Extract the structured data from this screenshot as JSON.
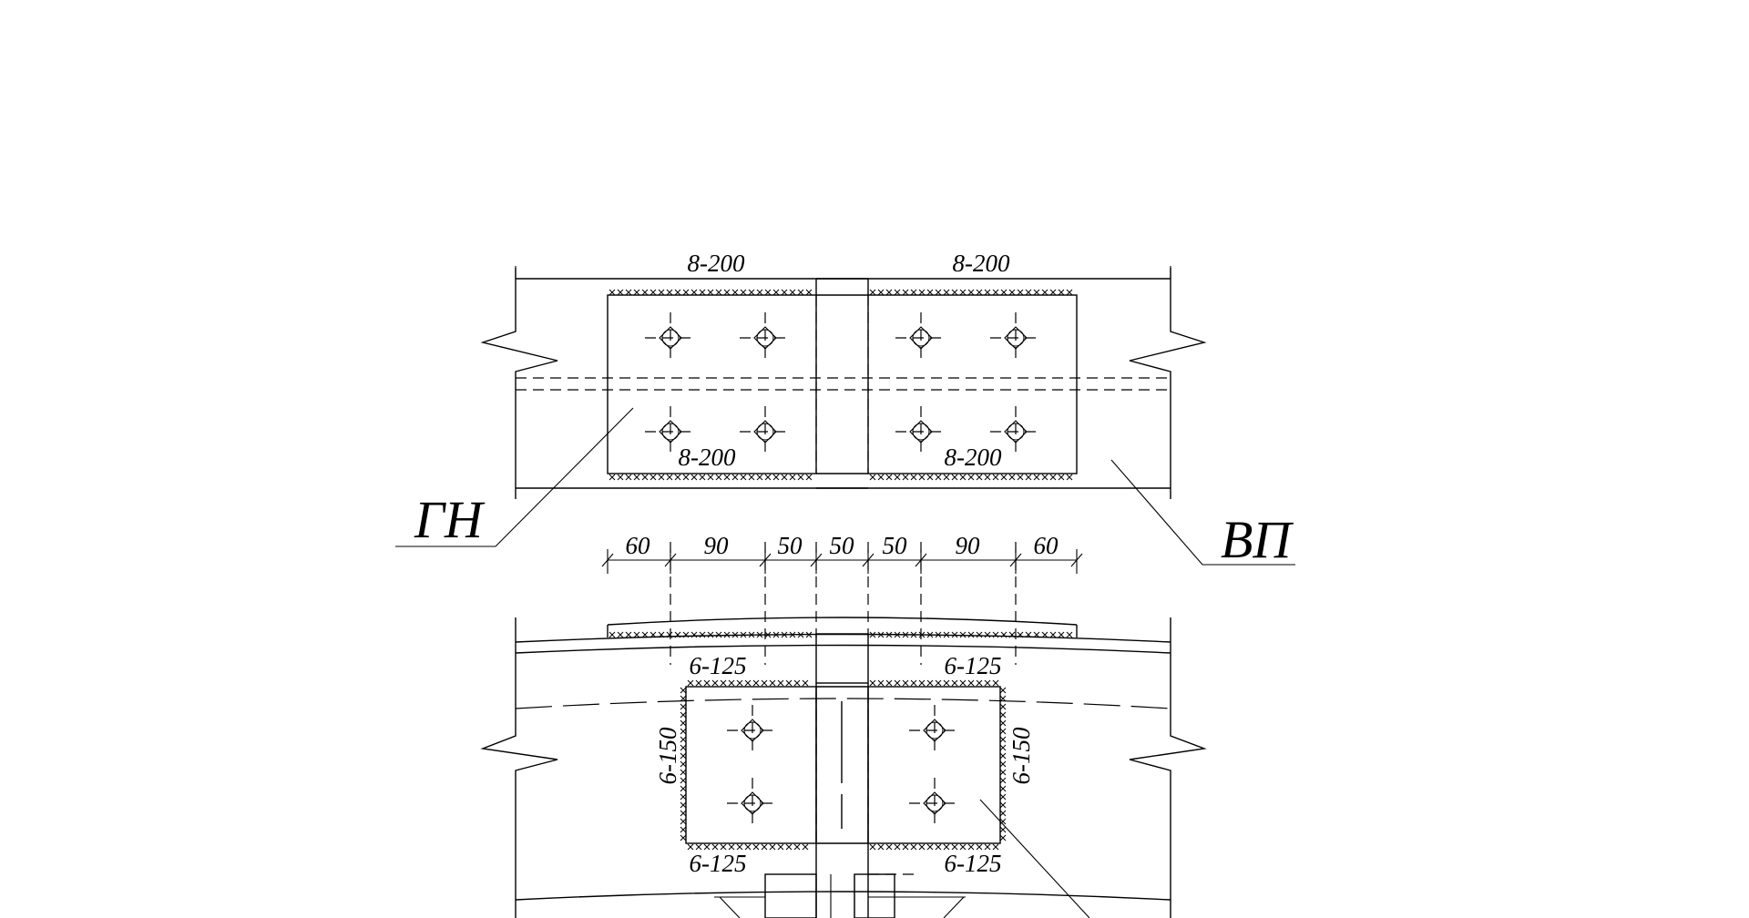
{
  "top_view": {
    "dims": [
      "8-200",
      "8-200",
      "8-200",
      "8-200"
    ],
    "label_left": "ГН",
    "label_right": "ВП"
  },
  "spacing": {
    "values": [
      "60",
      "90",
      "50",
      "50",
      "50",
      "90",
      "60"
    ]
  },
  "bottom_view": {
    "dims_top": [
      "6-125",
      "6-125"
    ],
    "dims_side": [
      "6-150",
      "6-150"
    ],
    "dims_bottom": [
      "6-125",
      "6-125"
    ]
  }
}
